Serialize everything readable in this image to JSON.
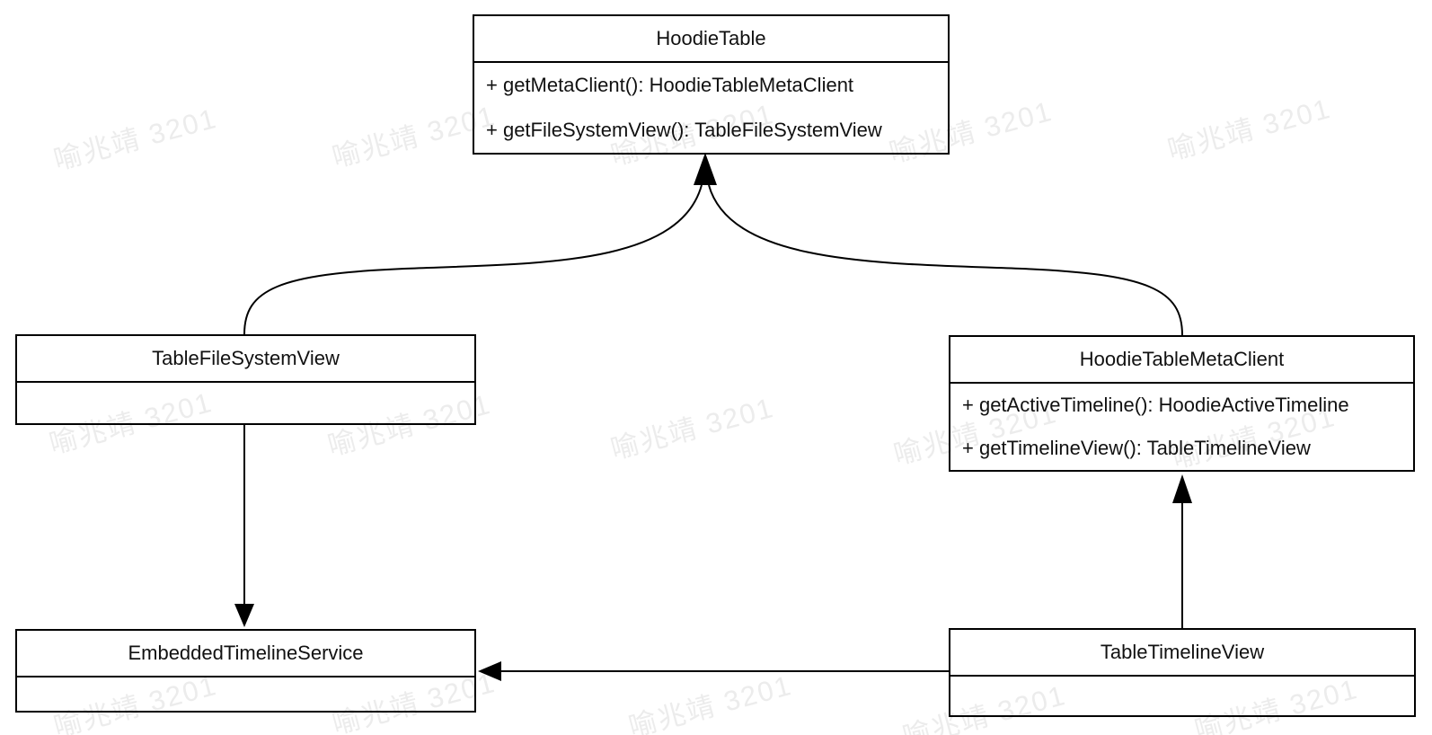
{
  "diagram": {
    "type": "uml-class-diagram",
    "background": "#ffffff",
    "colors": {
      "line": "#000000",
      "text": "#111111",
      "watermark": "#ececec"
    },
    "classes": [
      {
        "name": "HoodieTable",
        "methods": [
          "+ getMetaClient(): HoodieTableMetaClient",
          "+ getFileSystemView(): TableFileSystemView"
        ]
      },
      {
        "name": "TableFileSystemView",
        "methods": []
      },
      {
        "name": "HoodieTableMetaClient",
        "methods": [
          "+ getActiveTimeline(): HoodieActiveTimeline",
          "+ getTimelineView(): TableTimelineView"
        ]
      },
      {
        "name": "EmbeddedTimelineService",
        "methods": []
      },
      {
        "name": "TableTimelineView",
        "methods": []
      }
    ],
    "edges": [
      {
        "from": "TableFileSystemView",
        "to": "HoodieTable",
        "style": "curved",
        "arrow": "filled-triangle-up"
      },
      {
        "from": "HoodieTableMetaClient",
        "to": "HoodieTable",
        "style": "curved",
        "arrow": "filled-triangle-up"
      },
      {
        "from": "TableFileSystemView",
        "to": "EmbeddedTimelineService",
        "style": "straight",
        "arrow": "filled-triangle-down"
      },
      {
        "from": "TableTimelineView",
        "to": "HoodieTableMetaClient",
        "style": "straight",
        "arrow": "filled-triangle-up"
      },
      {
        "from": "TableTimelineView",
        "to": "EmbeddedTimelineService",
        "style": "straight",
        "arrow": "filled-triangle-left"
      }
    ],
    "watermark": {
      "text": "喻兆靖 3201",
      "color": "#ececec"
    }
  }
}
